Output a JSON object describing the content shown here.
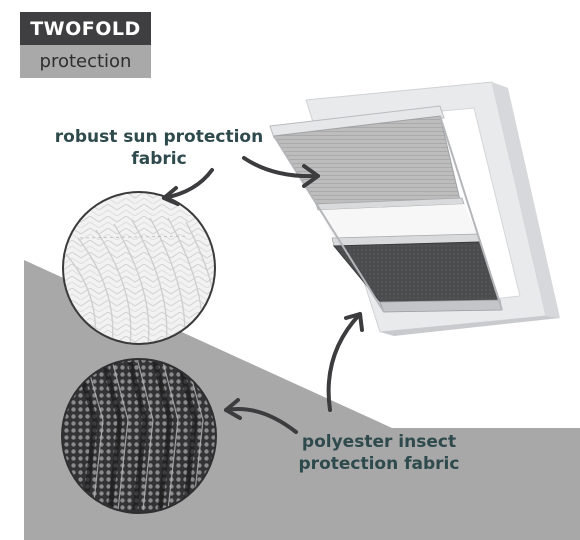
{
  "badge": {
    "title": "TWOFOLD",
    "subtitle": "protection"
  },
  "labels": {
    "sun_line1": "robust sun protection",
    "sun_line2": "fabric",
    "insect_line1": "polyester insect",
    "insect_line2": "protection fabric"
  },
  "colors": {
    "badge_dark": "#3f3f41",
    "badge_light": "#a9a9a9",
    "caption_text": "#2f4a4d",
    "ground": "#a8a8a8",
    "arrow": "#3c3c3e"
  },
  "icons": [
    "arrow-to-window-icon",
    "arrow-to-circle-icon",
    "window-blind-illustration",
    "pleated-fabric-closeup",
    "mesh-fabric-closeup"
  ]
}
